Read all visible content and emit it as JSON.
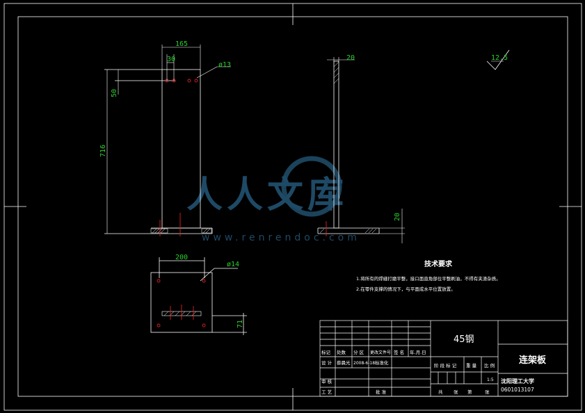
{
  "drawing": {
    "dims": {
      "top_width": "165",
      "hole_spacing_top": "30",
      "top_hole_dia": "ø13",
      "left_offset": "50",
      "height": "716",
      "side_thickness": "20",
      "base_thickness": "20",
      "bottom_width": "200",
      "bottom_hole_dia": "ø14",
      "bottom_offset": "71"
    },
    "roughness": "12.5",
    "tech": {
      "heading": "技术要求",
      "note1": "1.将所有的焊缝打磨平整，接口面直角部位平整刷油，不得有夹渣杂质。",
      "note2": "2.在零件支撑的情况下，与平面成水平位置放置。"
    },
    "title_block": {
      "material": "45钢",
      "part_name": "连架板",
      "school": "沈阳理工大学",
      "drawing_no": "0601013107",
      "scale": "1:5",
      "h_mark": "标记",
      "h_count": "处数",
      "h_zone": "分 区",
      "h_docno": "更改文件号",
      "h_sign": "签 名",
      "h_date": "年.月.日",
      "r_design": "设 计",
      "r_designer": "蔡晨光",
      "r_date": "2008-6-18",
      "r_std": "标准化",
      "r_check": "审 核",
      "r_process": "工 艺",
      "r_approve": "批 准",
      "h_stage": "阶 段 标 记",
      "h_weight": "重 量",
      "h_scale": "比 例",
      "sheets_total": "共",
      "sheets_unit": "张",
      "sheet_no": "第",
      "sheet_unit": "张"
    },
    "watermark": {
      "text": "人人文库",
      "url": "www.renrendoc.com"
    }
  }
}
